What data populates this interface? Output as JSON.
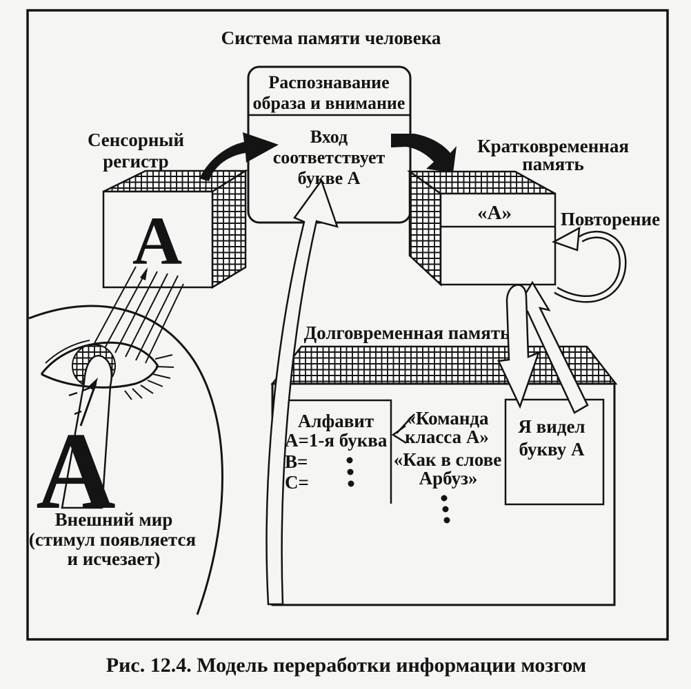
{
  "page": {
    "background": "#f5f5f3",
    "ink": "#141414"
  },
  "title": "Система памяти человека",
  "caption": "Рис. 12.4. Модель переработки информации мозгом",
  "recognition": {
    "title_line1": "Распознавание",
    "title_line2": "образа и внимание",
    "body_line1": "Вход",
    "body_line2": "соответствует",
    "body_line3": "букве А"
  },
  "sensory_register": {
    "label_line1": "Сенсорный",
    "label_line2": "регистр",
    "letter": "А"
  },
  "short_term": {
    "label_line1": "Кратковременная",
    "label_line2": "память",
    "letter": "«А»",
    "rehearsal_label": "Повторение"
  },
  "long_term": {
    "label": "Долговременная память",
    "alphabet": {
      "line1": "Алфавит",
      "line2": "А=1-я буква",
      "line3": "В=",
      "line4": "С="
    },
    "semantic": {
      "line1": "«Команда",
      "line2": "класса А»",
      "line3": "«Как в слове",
      "line4": "Арбуз»"
    },
    "episodic": {
      "line1": "Я видел",
      "line2": "букву А"
    }
  },
  "external": {
    "line1": "Внешний мир",
    "line2": "(стимул появляется",
    "line3": "и исчезает)",
    "letter": "А"
  }
}
